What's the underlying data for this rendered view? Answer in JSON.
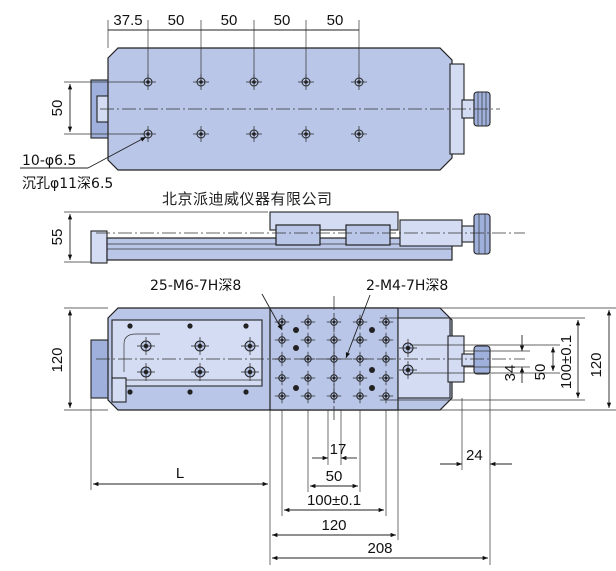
{
  "top_view": {
    "top_dims": [
      "37.5",
      "50",
      "50",
      "50",
      "50"
    ],
    "left_dim": "50",
    "hole_spec": "10-φ6.5",
    "counterbore": "沉孔φ11深6.5"
  },
  "watermark": "北京派迪威仪器有限公司",
  "side_view": {
    "height_dim": "55"
  },
  "bottom_view": {
    "m6_label": "25-M6-7H深8",
    "m4_label": "2-M4-7H深8",
    "left_height": "120",
    "right_dims": [
      "34",
      "50",
      "100±0.1",
      "120"
    ],
    "offset_24": "24",
    "length_label": "L",
    "bottom_dims": [
      "17",
      "50",
      "100±0.1",
      "120",
      "208"
    ]
  }
}
